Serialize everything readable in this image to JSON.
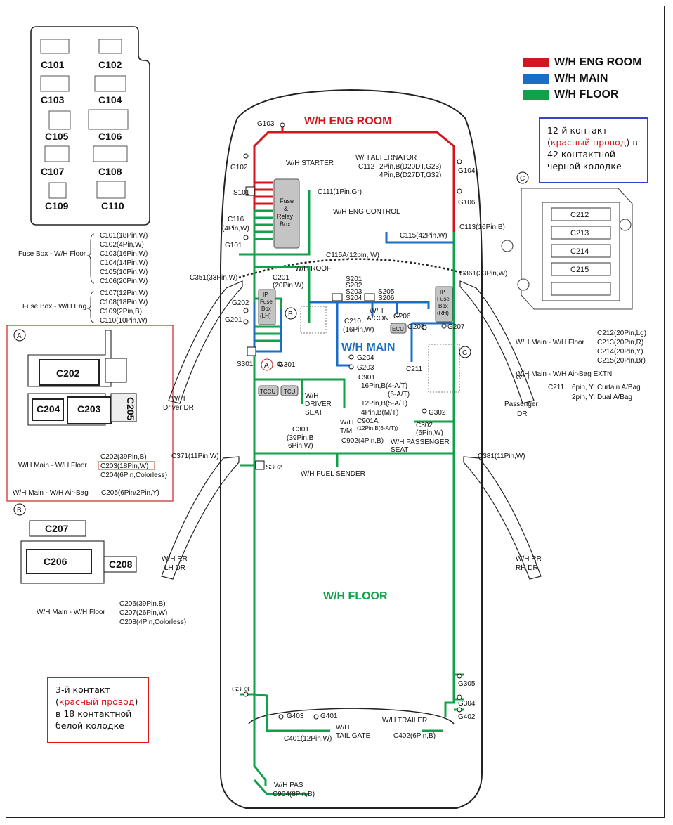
{
  "legend": [
    {
      "label": "W/H ENG ROOM",
      "color": "#d4141e"
    },
    {
      "label": "W/H MAIN",
      "color": "#1a6fc4"
    },
    {
      "label": "W/H FLOOR",
      "color": "#12a04a"
    }
  ],
  "titles": {
    "eng_room": "W/H ENG ROOM",
    "main": "W/H MAIN",
    "floor": "W/H FLOOR"
  },
  "notes": {
    "blue": {
      "pre": "12-й контакт (",
      "red": "красный провод",
      "post": ") в 42 контактной черной колодке"
    },
    "red": {
      "pre": "3-й контакт (",
      "red": "красный провод",
      "post": ") в 18 контактной белой колодке"
    }
  },
  "connector_panel": [
    "C101",
    "C102",
    "C103",
    "C104",
    "C105",
    "C106",
    "C107",
    "C108",
    "C109",
    "C110"
  ],
  "fuse_floor": {
    "title": "Fuse Box - W/H Floor",
    "items": [
      "C101(18Pin,W)",
      "C102(4Pin,W)",
      "C103(16Pin,W)",
      "C104(14Pin,W)",
      "C105(10Pin,W)",
      "C106(20Pin,W)"
    ]
  },
  "fuse_eng": {
    "title": "Fuse Box - W/H Eng",
    "items": [
      "C107(12Pin,W)",
      "C108(18Pin,W)",
      "C109(2Pin,B)",
      "C110(10Pin,W)"
    ]
  },
  "detail_a": {
    "marker": "A",
    "boxes": [
      "C202",
      "C204",
      "C203",
      "C205"
    ],
    "floor_label": "W/H Main - W/H Floor",
    "floor_items": [
      "C202(39Pin,B)",
      "C203(18Pin,W)",
      "C204(6Pin,Colorless)"
    ],
    "airbag_label": "W/H Main - W/H Air-Bag",
    "airbag_item": "C205(6Pin/2Pin,Y)"
  },
  "detail_b": {
    "marker": "B",
    "boxes": [
      "C207",
      "C206",
      "C208"
    ],
    "floor_label": "W/H Main - W/H Floor",
    "items": [
      "C206(39Pin,B)",
      "C207(26Pin,W)",
      "C208(4Pin,Colorless)"
    ]
  },
  "detail_c": {
    "marker": "C",
    "boxes": [
      "C212",
      "C213",
      "C214",
      "C215"
    ],
    "floor_label": "W/H Main - W/H Floor",
    "items": [
      "C212(20Pin,Lg)",
      "C213(20Pin,R)",
      "C214(20Pin,Y)",
      "C215(20Pin,Br)"
    ],
    "extn": "W/H Main - W/H Air-Bag EXTN",
    "c211": "C211",
    "c211_lines": [
      "6pin, Y: Curtain A/Bag",
      "2pin, Y: Dual A/Bag"
    ]
  },
  "labels": {
    "g103": "G103",
    "g102": "G102",
    "g104": "G104",
    "g106": "G106",
    "g101": "G101",
    "g202": "G202",
    "g201": "G201",
    "g204": "G204",
    "g203": "G203",
    "g206": "G206",
    "g205": "G205",
    "g207": "G207",
    "g301": "G301",
    "g302": "G302",
    "g303": "G303",
    "g305": "G305",
    "g304": "G304",
    "g402": "G402",
    "g403": "G403",
    "g401": "G401",
    "s101": "S101",
    "s301": "S301",
    "s302": "S302",
    "starter": "W/H STARTER",
    "alternator": "W/H ALTERNATOR",
    "c112": "C112",
    "c112a": "2Pin,B(D20DT,G23)",
    "c112b": "4Pin,B(D27DT,G32)",
    "c111": "C111(1Pin,Gr)",
    "fuse_relay": [
      "Fuse",
      "&",
      "Relay",
      "Box"
    ],
    "c116": "C116",
    "c116b": "(4Pin,W)",
    "eng_control": "W/H ENG CONTROL",
    "c115": "C115(42Pin,W)",
    "c113": "C113(16Pin,B)",
    "c115a": "C115A(12pin, W)",
    "roof": "W/H ROOF",
    "c351": "C351(33Pin,W)",
    "c361": "C361(33Pin,W)",
    "c201": "C201",
    "c201b": "(20Pin,W)",
    "s201": "S201",
    "s202": "S202",
    "s203": "S203",
    "s204": "S204",
    "s205": "S205",
    "s206": "S206",
    "acon1": "W/H",
    "acon2": "A/CON",
    "c210": "C210",
    "c210b": "(16Pin,W)",
    "ip_lh": [
      "IP",
      "Fuse",
      "Box",
      "(LH)"
    ],
    "ip_rh": [
      "IP",
      "Fuse",
      "Box",
      "(RH)"
    ],
    "ecu": "ECU",
    "tccu": "TCCU",
    "tcu": "TCU",
    "driver_seat": [
      "W/H",
      "DRIVER",
      "SEAT"
    ],
    "c301": "C301",
    "c301b": "(39Pin,B",
    "c301c": "6Pin,W)",
    "c901": "C901",
    "c901_lines": [
      "16Pin,B(4-A/T)",
      "(6-A/T)",
      "12Pin,B(5-A/T)",
      "4Pin,B(M/T)"
    ],
    "c901a": "C901A",
    "c901a_b": "(12Pin,B(6-A/T))",
    "tm1": "W/H",
    "tm2": "T/M",
    "c902": "C902(4Pin,B)",
    "c211": "C211",
    "c302": "C302",
    "c302b": "(6Pin,W)",
    "pass_seat": "W/H PASSENGER",
    "pass_seat2": "SEAT",
    "driver_dr": [
      "W/H",
      "Driver DR"
    ],
    "pass_dr": [
      "W/H",
      "Passenger",
      "DR"
    ],
    "c371": "C371(11Pin,W)",
    "c381": "C381(11Pin,W)",
    "fuel": "W/H FUEL SENDER",
    "rr_lh": [
      "W/H RR",
      "LH DR"
    ],
    "rr_rh": [
      "W/H RR",
      "RH DR"
    ],
    "trailer": "W/H TRAILER",
    "tail1": "W/H",
    "tail2": "TAIL GATE",
    "c401": "C401(12Pin,W)",
    "c402": "C402(6Pin,B)",
    "pas": "W/H PAS",
    "c904": "C904(8Pin,B)"
  }
}
